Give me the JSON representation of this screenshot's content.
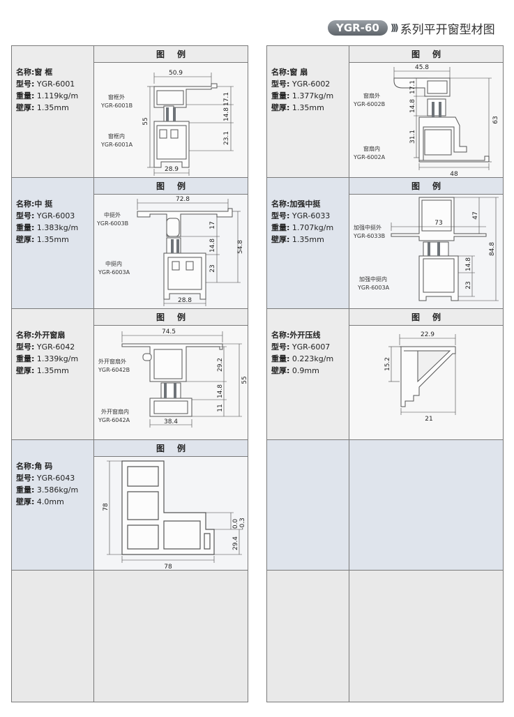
{
  "header": {
    "badge": "YGR-60",
    "chevrons": ")))",
    "title": "系列平开窗型材图"
  },
  "labels": {
    "name": "名称:",
    "model": "型号:",
    "weight": "重量:",
    "wall": "壁厚:",
    "figure": "图例"
  },
  "left": [
    {
      "name": "窗 框",
      "model": "YGR-6001",
      "weight": "1.119kg/m",
      "wall": "1.35mm",
      "captions": [
        "窗框外",
        "YGR-6001B",
        "窗框内",
        "YGR-6001A"
      ],
      "dims": [
        "50.9",
        "17.1",
        "14.8",
        "23.1",
        "55",
        "28.9"
      ]
    },
    {
      "name": "中 挺",
      "model": "YGR-6003",
      "weight": "1.383kg/m",
      "wall": "1.35mm",
      "captions": [
        "中挺外",
        "YGR-6003B",
        "中挺内",
        "YGR-6003A"
      ],
      "dims": [
        "72.8",
        "17",
        "14.8",
        "23",
        "54.8",
        "28.8"
      ]
    },
    {
      "name": "外开窗扇",
      "model": "YGR-6042",
      "weight": "1.339kg/m",
      "wall": "1.35mm",
      "captions": [
        "外开窗扇外",
        "YGR-6042B",
        "外开窗扇内",
        "YGR-6042A"
      ],
      "dims": [
        "74.5",
        "29.2",
        "14.8",
        "11",
        "55",
        "38.4"
      ]
    },
    {
      "name": "角 码",
      "model": "YGR-6043",
      "weight": "3.586kg/m",
      "wall": "4.0mm",
      "dims": [
        "78",
        "78",
        "0.0",
        "-0.3",
        "29.4"
      ]
    }
  ],
  "right": [
    {
      "name": "窗 扇",
      "model": "YGR-6002",
      "weight": "1.377kg/m",
      "wall": "1.35mm",
      "captions": [
        "窗扇外",
        "YGR-6002B",
        "窗扇内",
        "YGR-6002A"
      ],
      "dims": [
        "45.8",
        "17.1",
        "14.8",
        "31.1",
        "63",
        "48"
      ]
    },
    {
      "name": "加强中挺",
      "model": "YGR-6033",
      "weight": "1.707kg/m",
      "wall": "1.35mm",
      "captions": [
        "加强中挺外",
        "YGR-6033B",
        "加强中挺内",
        "YGR-6003A"
      ],
      "dims": [
        "73",
        "47",
        "14.8",
        "23",
        "84.8"
      ]
    },
    {
      "name": "外开压线",
      "model": "YGR-6007",
      "weight": "0.223kg/m",
      "wall": "0.9mm",
      "dims": [
        "22.9",
        "15.2",
        "21"
      ]
    }
  ],
  "colors": {
    "shaded_row": "#dfe4ec",
    "plain_row": "#ececec",
    "border": "#7a7a7a",
    "profile_stroke": "#555555",
    "insulation_strip": "#6e7378"
  }
}
